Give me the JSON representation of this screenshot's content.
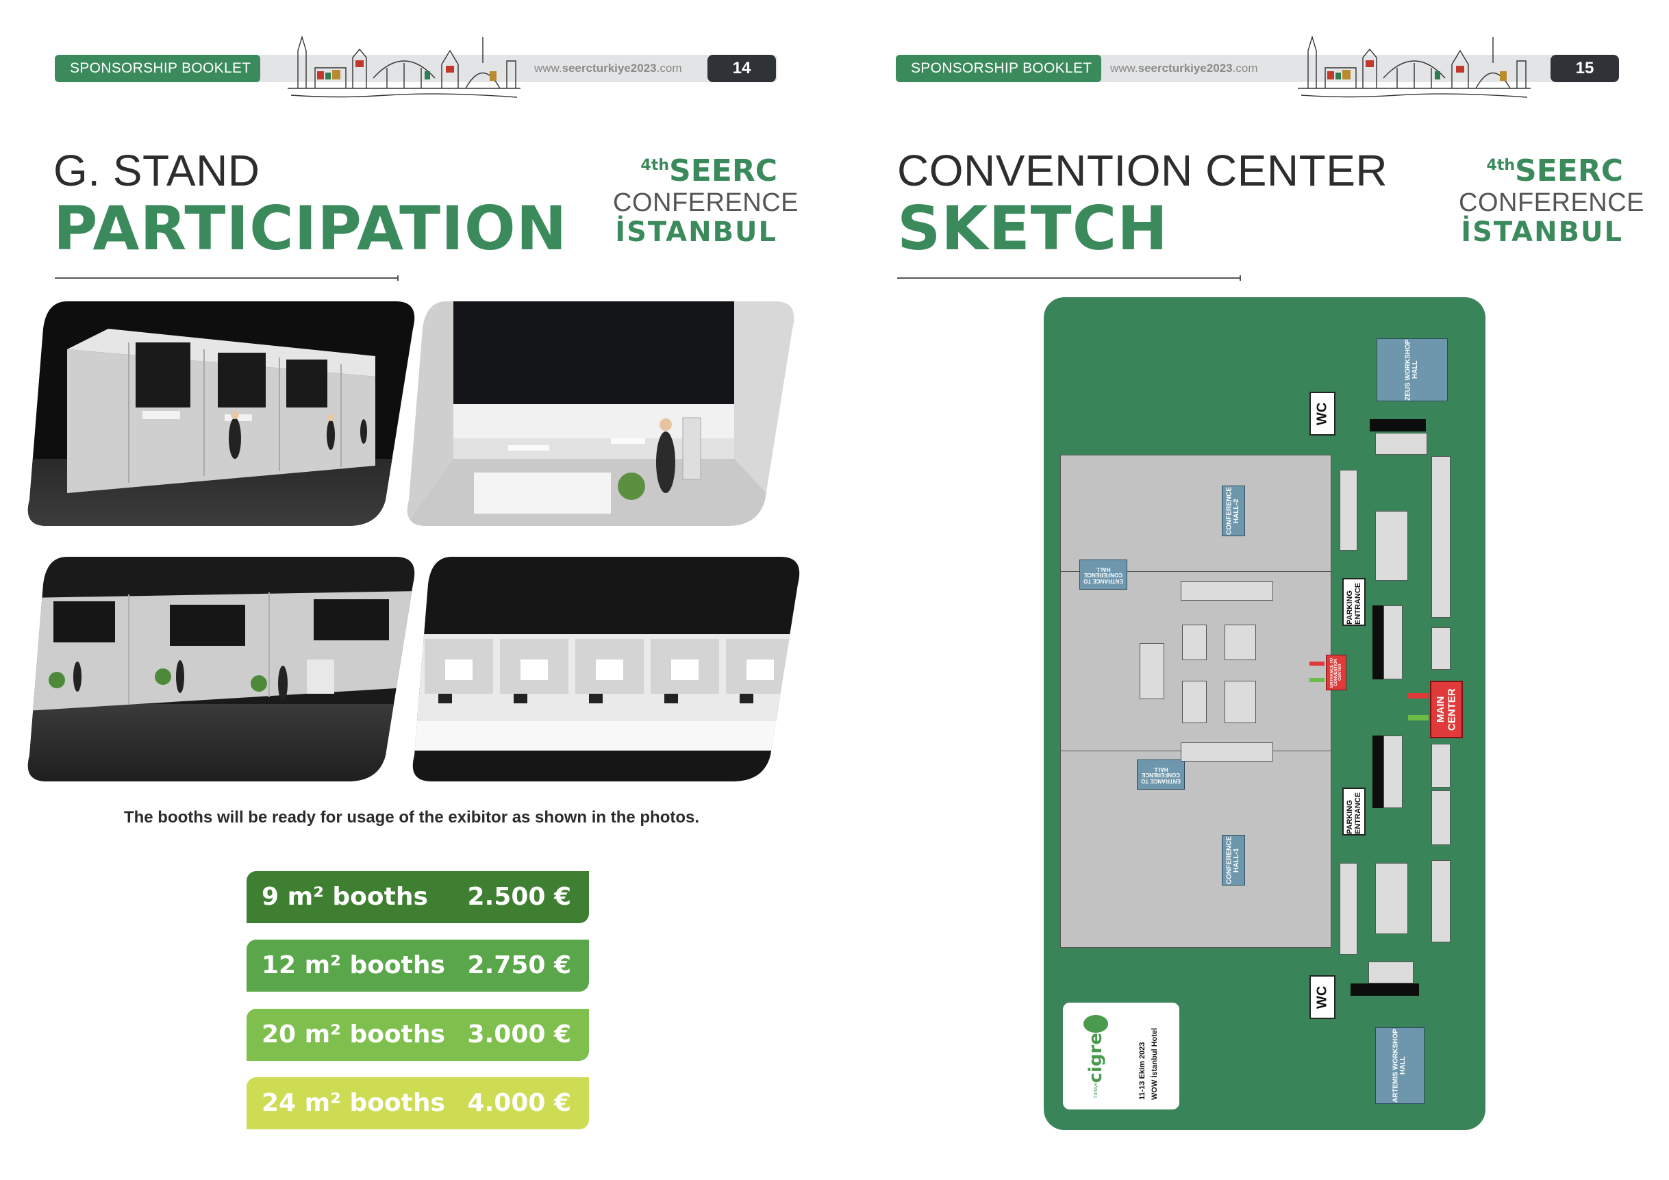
{
  "header": {
    "booklet_label": "SPONSORSHIP BOOKLET",
    "url_prefix": "www.",
    "url_bold": "seercturkiye2023",
    "url_suffix": ".com",
    "page_left": "14",
    "page_right": "15"
  },
  "logo": {
    "ordinal": "4",
    "ordinal_suffix": "th",
    "name": "SEERC",
    "conference": "CONFERENCE",
    "city": "İSTANBUL"
  },
  "left": {
    "title_line1": "G. STAND",
    "title_line2": "PARTICIPATION",
    "note": "The booths will be ready for usage of the exibitor as shown in the photos.",
    "prices": [
      {
        "label": "9 m² booths",
        "value": "2.500 €",
        "color": "#3f7f31"
      },
      {
        "label": "12 m² booths",
        "value": "2.750 €",
        "color": "#5aa64a"
      },
      {
        "label": "20 m² booths",
        "value": "3.000 €",
        "color": "#7fbf4d"
      },
      {
        "label": "24 m² booths",
        "value": "4.000 €",
        "color": "#cddc52"
      }
    ]
  },
  "right": {
    "title_line1": "CONVENTION CENTER",
    "title_line2": "SKETCH",
    "map": {
      "zeus": "ZEUS WORKSHOP HALL",
      "wc": "WC",
      "hall2": "CONFERENCE HALL-2",
      "hall1": "CONFERENCE HALL-1",
      "entrance_conf": "ENTRANCE TO CONFERENCE HALL",
      "parking": "PARKING ENTRANCE",
      "entrance_center": "ENTRANCE TO CONVENTION CENTER",
      "main_center": "MAIN CENTER",
      "artemis": "ARTEMIS WORKSHOP HALL",
      "cigre": "cigre",
      "cigre_sub": "Türkiye",
      "event_date": "11-13 Ekim 2023",
      "event_venue": "WOW İstanbul Hotel"
    }
  },
  "colors": {
    "brand_green": "#3a8a5c",
    "map_green": "#3a8459",
    "dark": "#2f3237",
    "entrance_red": "#e03a3a"
  }
}
